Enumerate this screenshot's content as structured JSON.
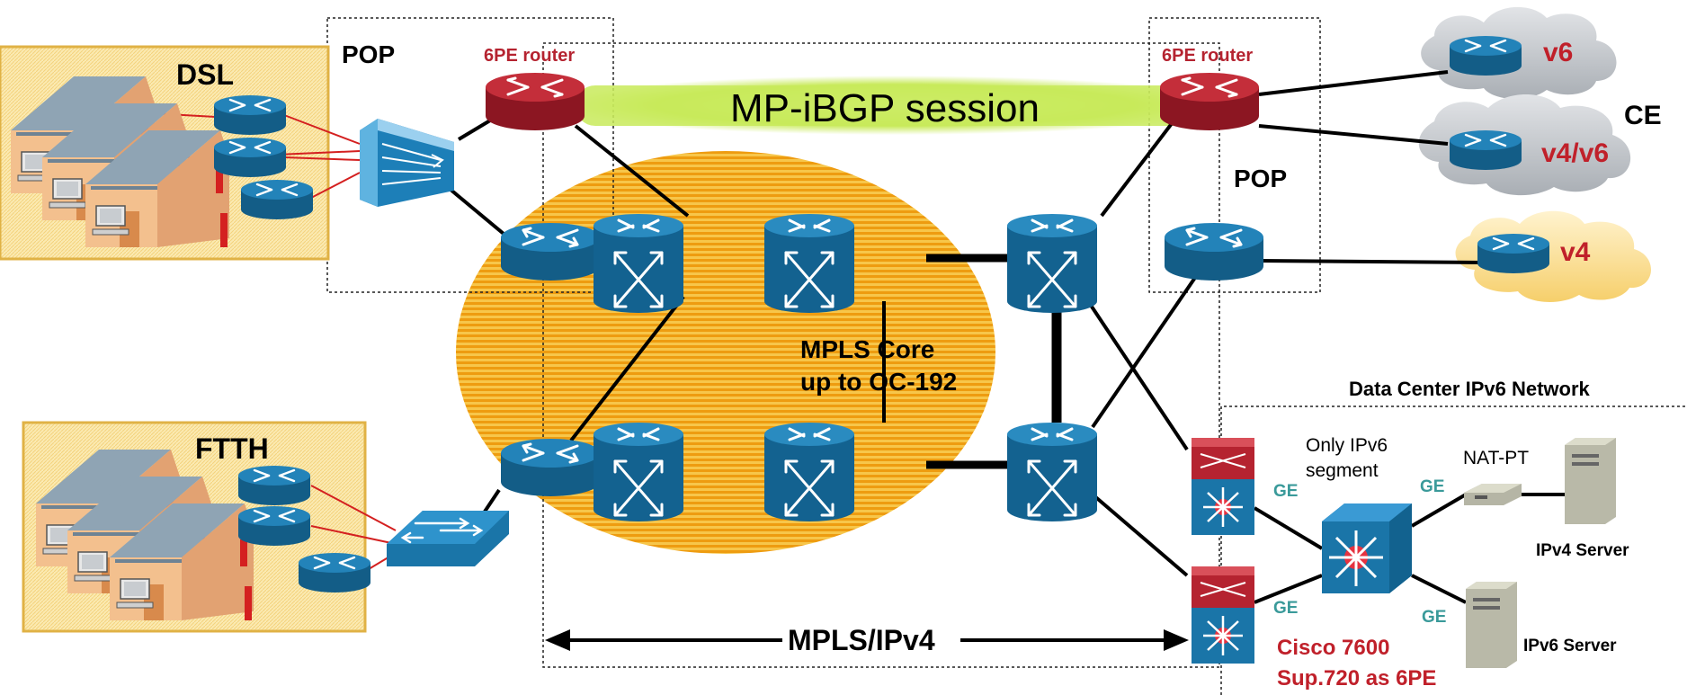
{
  "labels": {
    "pop_left": "POP",
    "pop_right": "POP",
    "pe_router_left": "6PE router",
    "pe_router_right": "6PE router",
    "mp_ibgp": "MP-iBGP session",
    "dsl": "DSL",
    "ftth": "FTTH",
    "mpls_core_line1": "MPLS Core",
    "mpls_core_line2": "up to OC-192",
    "mpls_ipv4": "MPLS/IPv4",
    "ce": "CE",
    "cloud_v6": "v6",
    "cloud_v4v6": "v4/v6",
    "cloud_v4": "v4",
    "dc_title": "Data Center IPv6 Network",
    "only_ipv6_line1": "Only IPv6",
    "only_ipv6_line2": "segment",
    "nat_pt": "NAT-PT",
    "ge_1": "GE",
    "ge_2": "GE",
    "ge_3": "GE",
    "ge_4": "GE",
    "ipv4_server": "IPv4 Server",
    "ipv6_server": "IPv6 Server",
    "cisco_line1": "Cisco 7600",
    "cisco_line2": "Sup.720 as 6PE"
  },
  "colors": {
    "router_blue": "#1a75a8",
    "pe_red": "#b52330",
    "accent_red": "#c0202a",
    "ge_teal": "#3a9a9a",
    "core_orange": "#f2ac18",
    "cloud_gray": "#c9ccd1",
    "cloud_yellow": "#fbe3a1",
    "site_bg": "#fbe7a8",
    "bgp_green": "#c8ea5a"
  }
}
